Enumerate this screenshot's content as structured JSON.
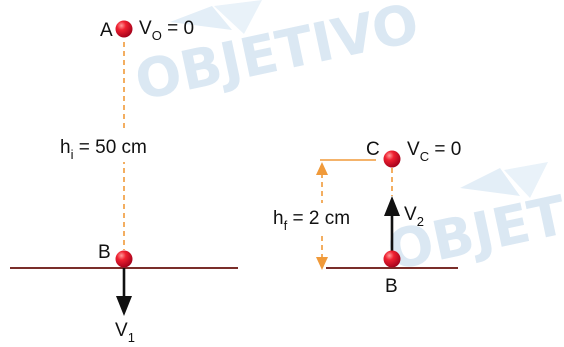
{
  "watermark": {
    "text": "OBJETIVO",
    "color": "#dbe8f3"
  },
  "colors": {
    "ball": "#e0102a",
    "ground": "#7a2e2a",
    "dashed": "#f09a3a",
    "arrow": "#111111"
  },
  "left": {
    "point_a": "A",
    "v0_main": "V",
    "v0_sub": "O",
    "v0_rest": " = 0",
    "height_main": "h",
    "height_sub": "i",
    "height_rest": " = 50 cm",
    "point_b": "B",
    "v1_main": "V",
    "v1_sub": "1"
  },
  "right": {
    "point_c": "C",
    "vc_main": "V",
    "vc_sub": "C",
    "vc_rest": " = 0",
    "height_main": "h",
    "height_sub": "f",
    "height_rest": " = 2 cm",
    "v2_main": "V",
    "v2_sub": "2",
    "point_b": "B"
  }
}
